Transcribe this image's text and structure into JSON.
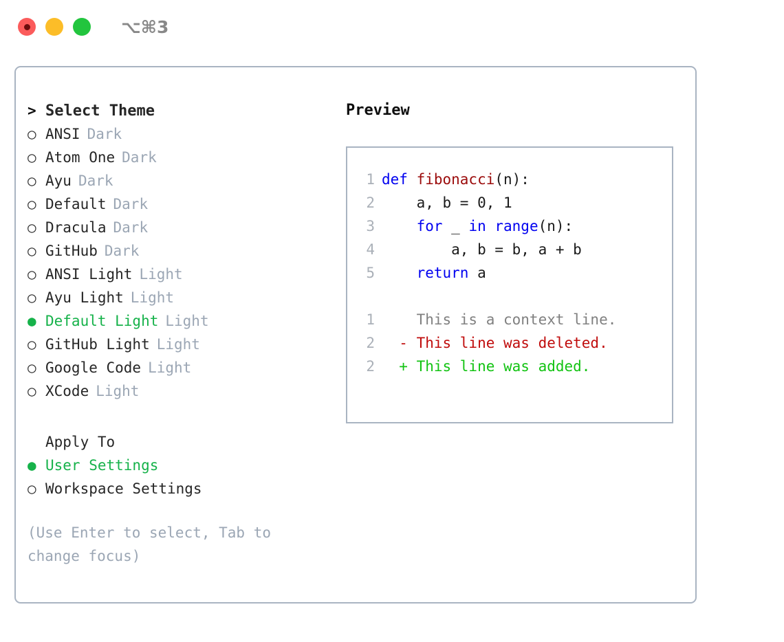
{
  "window": {
    "shortcut": "⌥⌘3",
    "traffic_lights": [
      {
        "name": "close",
        "color": "#FB5B5B"
      },
      {
        "name": "minimize",
        "color": "#FCBD28"
      },
      {
        "name": "maximize",
        "color": "#22C53E"
      }
    ]
  },
  "colors": {
    "accent_green": "#16B24A",
    "muted": "#9BA6B4",
    "text": "#262626",
    "border": "#A9B4C2",
    "keyword_blue": "#0000F0",
    "function_red": "#9B0B0B",
    "diff_add": "#12C312",
    "diff_del": "#C00C0C",
    "diff_ctx": "#808080",
    "lineno": "#AAB0B8"
  },
  "theme_list": {
    "header_marker": ">",
    "header": "Select Theme",
    "marker_off": "○",
    "marker_on": "●",
    "items": [
      {
        "label": "ANSI",
        "tag": "Dark",
        "selected": false
      },
      {
        "label": "Atom One",
        "tag": "Dark",
        "selected": false
      },
      {
        "label": "Ayu",
        "tag": "Dark",
        "selected": false
      },
      {
        "label": "Default",
        "tag": "Dark",
        "selected": false
      },
      {
        "label": "Dracula",
        "tag": "Dark",
        "selected": false
      },
      {
        "label": "GitHub",
        "tag": "Dark",
        "selected": false
      },
      {
        "label": "ANSI Light",
        "tag": "Light",
        "selected": false
      },
      {
        "label": "Ayu Light",
        "tag": "Light",
        "selected": false
      },
      {
        "label": "Default Light",
        "tag": "Light",
        "selected": true
      },
      {
        "label": "GitHub Light",
        "tag": "Light",
        "selected": false
      },
      {
        "label": "Google Code",
        "tag": "Light",
        "selected": false
      },
      {
        "label": "XCode",
        "tag": "Light",
        "selected": false
      }
    ]
  },
  "apply_to": {
    "header": "Apply To",
    "marker_off": "○",
    "marker_on": "●",
    "items": [
      {
        "label": "User Settings",
        "selected": true
      },
      {
        "label": "Workspace Settings",
        "selected": false
      }
    ]
  },
  "hint": "(Use Enter to select, Tab to change focus)",
  "preview": {
    "title": "Preview",
    "code_lines": [
      {
        "no": "1",
        "tokens": [
          {
            "t": "def ",
            "c": "kw"
          },
          {
            "t": "fibonacci",
            "c": "fn"
          },
          {
            "t": "(n):",
            "c": "plain"
          }
        ]
      },
      {
        "no": "2",
        "tokens": [
          {
            "t": "    a, b = 0, 1",
            "c": "plain"
          }
        ]
      },
      {
        "no": "3",
        "tokens": [
          {
            "t": "    ",
            "c": "plain"
          },
          {
            "t": "for",
            "c": "kw"
          },
          {
            "t": " _ ",
            "c": "plain"
          },
          {
            "t": "in range",
            "c": "kw"
          },
          {
            "t": "(n):",
            "c": "plain"
          }
        ]
      },
      {
        "no": "4",
        "tokens": [
          {
            "t": "        a, b = b, a + b",
            "c": "plain"
          }
        ]
      },
      {
        "no": "5",
        "tokens": [
          {
            "t": "    ",
            "c": "plain"
          },
          {
            "t": "return",
            "c": "kw"
          },
          {
            "t": " a",
            "c": "plain"
          }
        ]
      }
    ],
    "diff_lines": [
      {
        "no": "1",
        "sign": " ",
        "text": "This is a context line.",
        "kind": "ctx"
      },
      {
        "no": "2",
        "sign": "-",
        "text": "This line was deleted.",
        "kind": "del"
      },
      {
        "no": "2",
        "sign": "+",
        "text": "This line was added.",
        "kind": "add"
      }
    ]
  }
}
